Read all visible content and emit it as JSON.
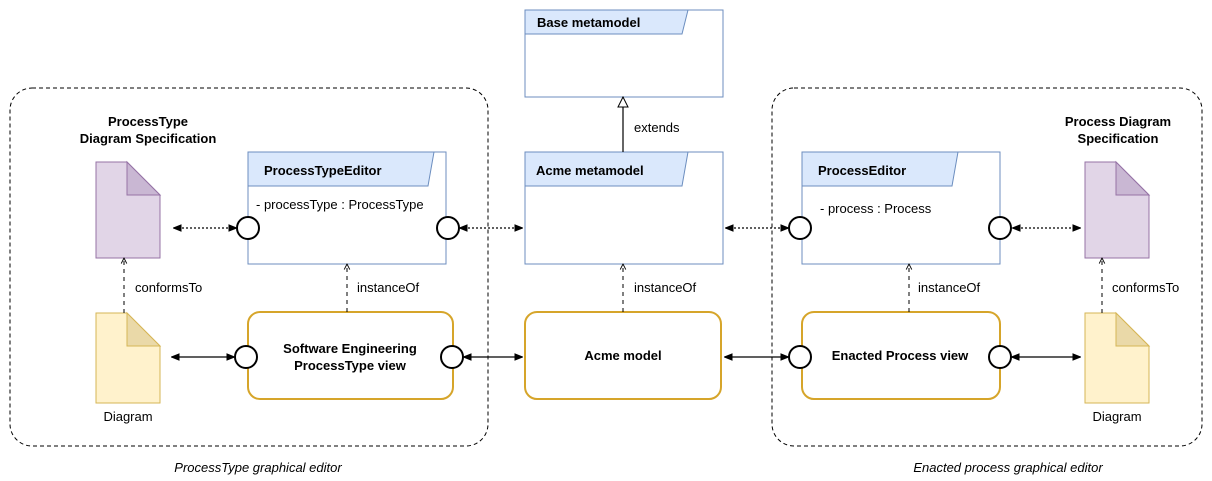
{
  "groups": {
    "left_title": "ProcessType graphical editor",
    "right_title": "Enacted process graphical editor"
  },
  "specs": {
    "left_line1": "ProcessType",
    "left_line2": "Diagram Specification",
    "right_line1": "Process Diagram",
    "right_line2": "Specification"
  },
  "packages": {
    "base": {
      "title": "Base metamodel"
    },
    "acme": {
      "title": "Acme metamodel"
    },
    "ptype_editor": {
      "title": "ProcessTypeEditor",
      "attribute": "- processType : ProcessType"
    },
    "process_editor": {
      "title": "ProcessEditor",
      "attribute": "- process : Process"
    }
  },
  "views": {
    "ptype_view_line1": "Software Engineering",
    "ptype_view_line2": "ProcessType view",
    "acme_model": "Acme model",
    "enacted_view": "Enacted Process view"
  },
  "docs": {
    "left_diagram": "Diagram",
    "right_diagram": "Diagram"
  },
  "relations": {
    "extends": "extends",
    "instance_of_left": "instanceOf",
    "instance_of_center": "instanceOf",
    "instance_of_right": "instanceOf",
    "conforms_left": "conformsTo",
    "conforms_right": "conformsTo"
  },
  "colors": {
    "package_fill": "#dae8fc",
    "package_stroke": "#6c8ebf",
    "view_stroke": "#d6a52a",
    "spec_doc_fill": "#e1d5e7",
    "diagram_doc_fill": "#fff2cc"
  }
}
